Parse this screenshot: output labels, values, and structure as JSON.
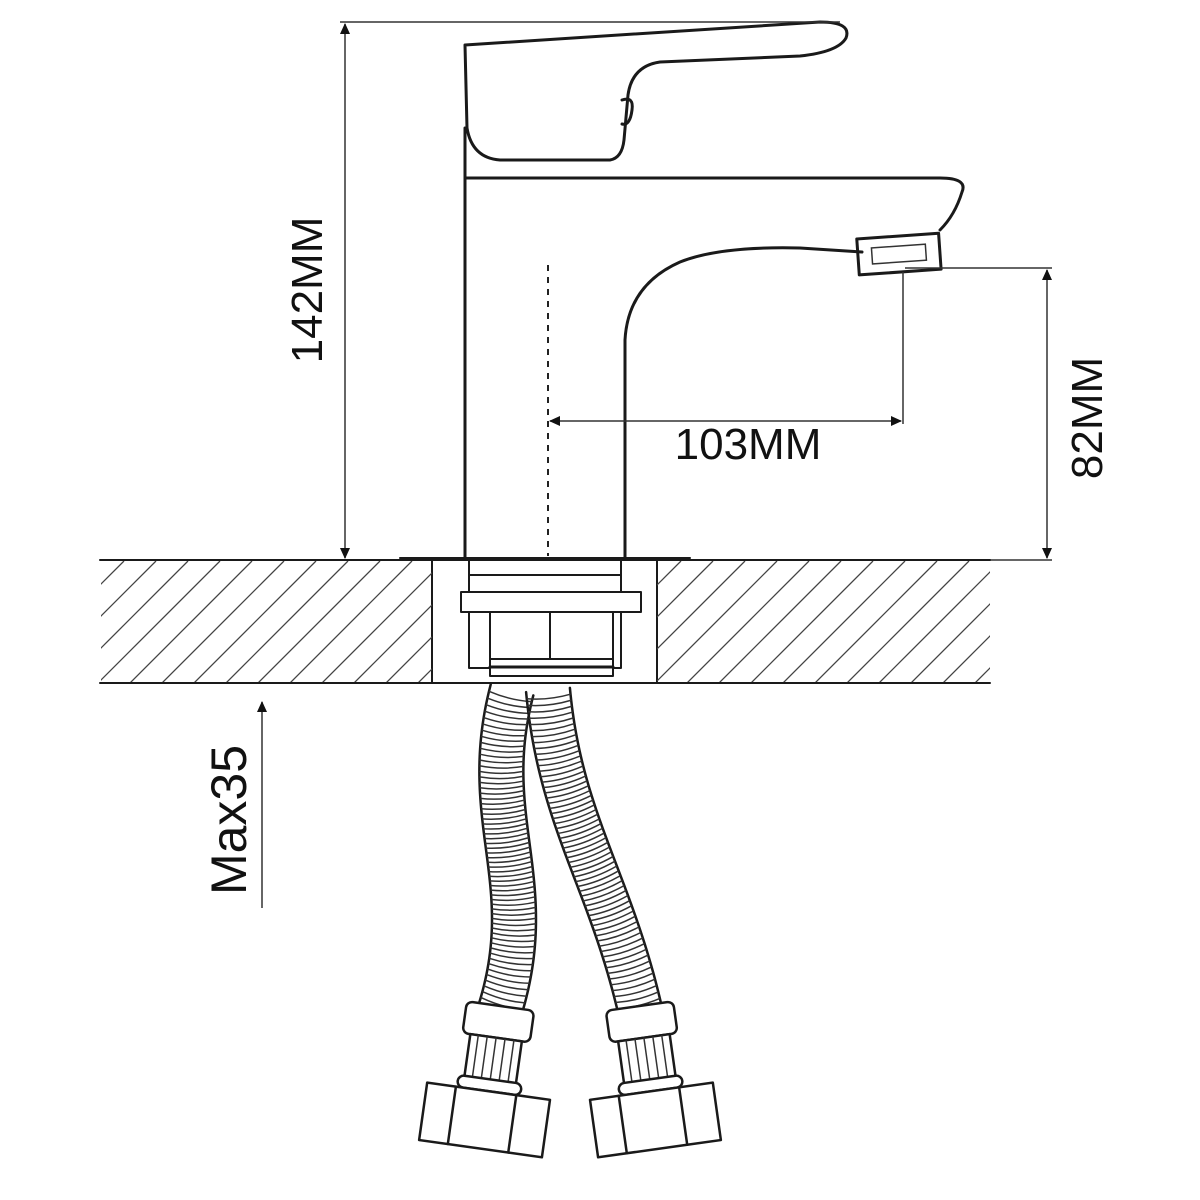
{
  "diagram": {
    "dimensions": {
      "total_height": "142MM",
      "spout_height": "82MM",
      "spout_reach": "103MM",
      "max_counter_thickness": "Max35"
    },
    "colors": {
      "line": "#1a1a1a",
      "background": "#ffffff"
    }
  }
}
